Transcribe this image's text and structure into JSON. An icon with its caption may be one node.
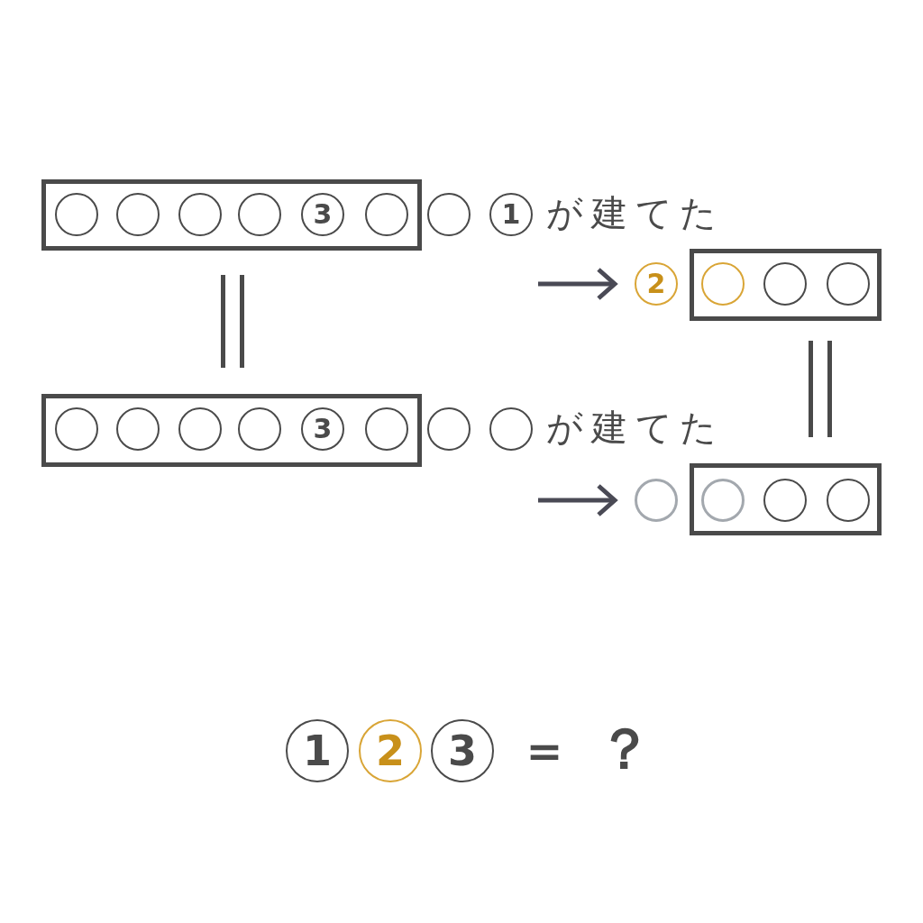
{
  "diagram": {
    "nodes": [
      {
        "text": [],
        "shape": "box"
      },
      {
        "text": [],
        "shape": "circle",
        "in": 0
      },
      {
        "text": [],
        "shape": "circle",
        "in": 0
      },
      {
        "text": [],
        "shape": "circle",
        "in": 0
      },
      {
        "text": [],
        "shape": "circle",
        "in": 0
      },
      {
        "text": [
          "3"
        ],
        "in": 0
      },
      {
        "text": [],
        "shape": "circle",
        "in": 0
      },
      {
        "text": [],
        "shape": "circle"
      },
      {
        "text": [
          "1"
        ]
      },
      {
        "text": [
          "2"
        ]
      },
      {
        "text": [],
        "shape": "box"
      },
      {
        "text": [],
        "shape": "circle",
        "in": 10
      },
      {
        "text": [],
        "shape": "circle",
        "in": 10
      },
      {
        "text": [],
        "shape": "circle",
        "in": 10
      },
      {
        "text": [],
        "shape": "box"
      },
      {
        "text": [],
        "shape": "circle",
        "in": 14
      },
      {
        "text": [],
        "shape": "circle",
        "in": 14
      },
      {
        "text": [],
        "shape": "circle",
        "in": 14
      },
      {
        "text": [],
        "shape": "circle",
        "in": 14
      },
      {
        "text": [
          "3"
        ],
        "in": 14
      },
      {
        "text": [],
        "shape": "circle",
        "in": 14
      },
      {
        "text": [],
        "shape": "circle"
      },
      {
        "text": [],
        "shape": "circle"
      },
      {
        "text": [],
        "shape": "circle"
      },
      {
        "text": [],
        "shape": "box"
      },
      {
        "text": [],
        "shape": "circle",
        "in": 24
      },
      {
        "text": [],
        "shape": "circle",
        "in": 24
      },
      {
        "text": [],
        "shape": "circle",
        "in": 24
      },
      {
        "text": [
          "1"
        ]
      },
      {
        "text": [
          "2"
        ]
      },
      {
        "text": [
          "3"
        ]
      }
    ],
    "edges": [
      {
        "from": null,
        "to": 9,
        "arrow": "to"
      },
      {
        "from": null,
        "to": 23,
        "arrow": "to"
      }
    ],
    "labels": [
      "が建てた",
      "が建てた",
      "＝",
      "？"
    ]
  }
}
